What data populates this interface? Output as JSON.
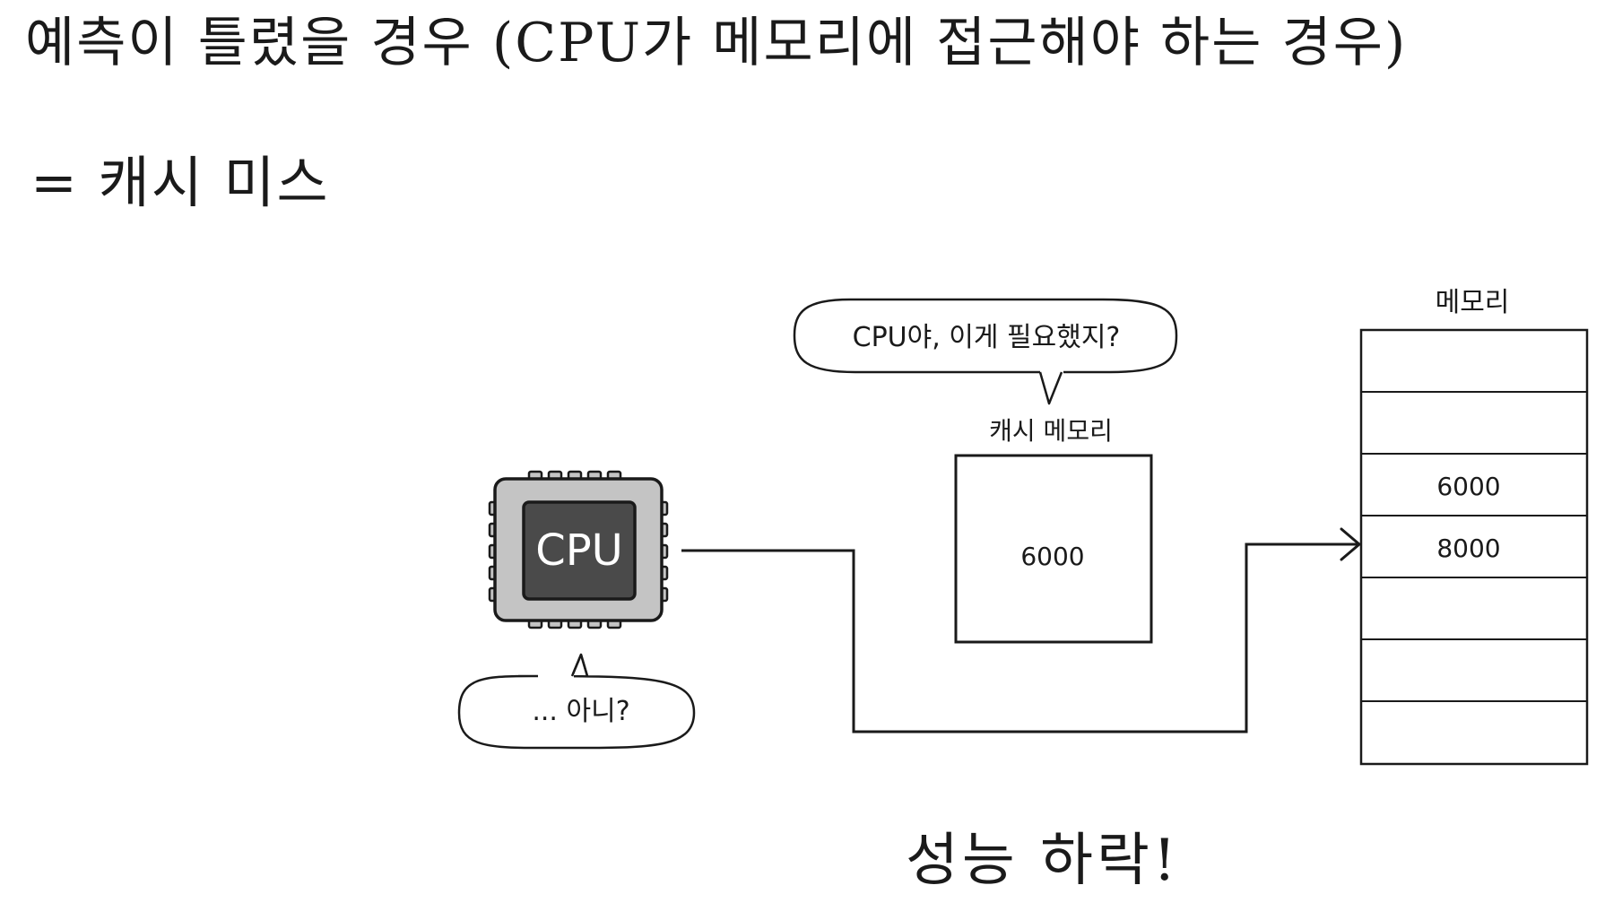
{
  "slide": {
    "title": "예측이 틀렸을 경우 (CPU가 메모리에 접근해야 하는 경우)",
    "subtitle": "= 캐시 미스",
    "conclusion": "성능 하락!"
  },
  "diagram": {
    "cpu": {
      "label": "CPU",
      "speech": "... 아니?"
    },
    "cache": {
      "label": "캐시 메모리",
      "value": "6000",
      "speech": "CPU야, 이게 필요했지?"
    },
    "memory": {
      "label": "메모리",
      "cells": [
        "",
        "",
        "6000",
        "8000",
        "",
        "",
        ""
      ]
    }
  },
  "colors": {
    "ink": "#1a1a1a",
    "chip_body": "#c4c4c4",
    "chip_core": "#4a4a4a",
    "chip_text": "#ffffff"
  }
}
